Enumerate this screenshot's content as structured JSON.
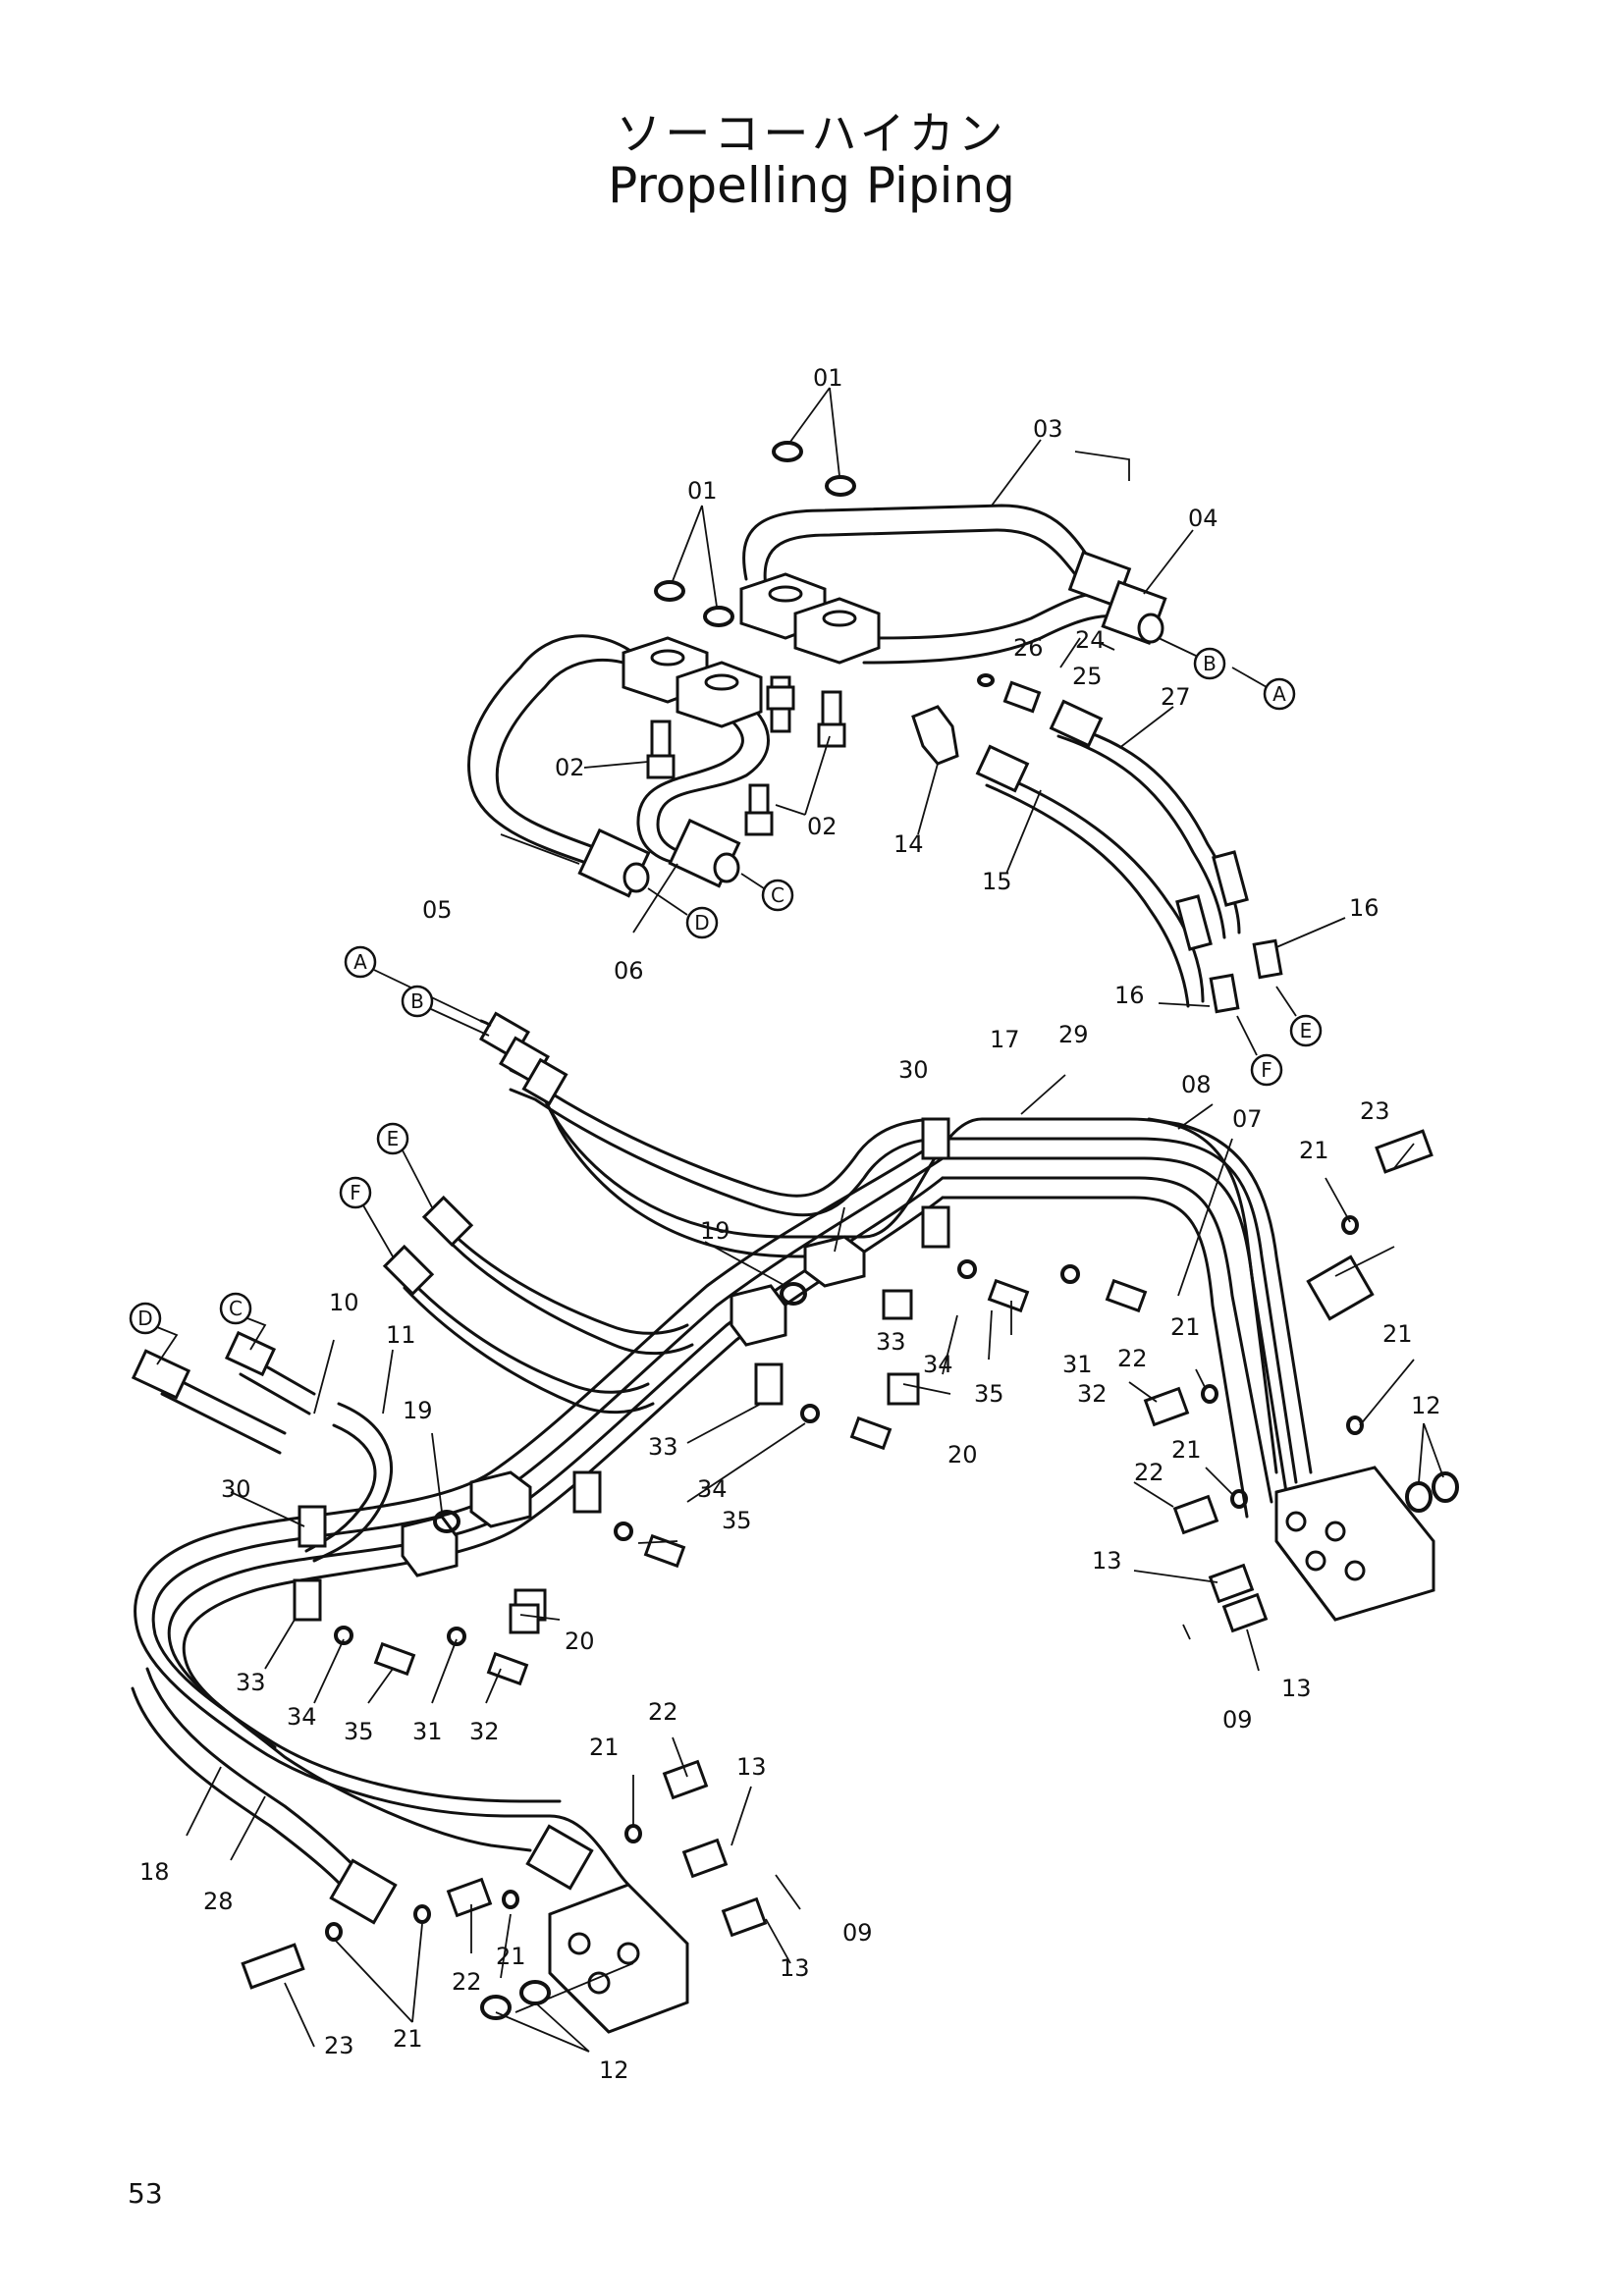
{
  "title_jp": "ソーコーハイカン",
  "title_en": "Propelling Piping",
  "page_number": "53",
  "callouts": {
    "c01a": "01",
    "c01b": "01",
    "c02a": "02",
    "c02b": "02",
    "c03": "03",
    "c04": "04",
    "c05": "05",
    "c06": "06",
    "c07": "07",
    "c08": "08",
    "c09a": "09",
    "c09b": "09",
    "c10": "10",
    "c11": "11",
    "c12a": "12",
    "c12b": "12",
    "c13a": "13",
    "c13b": "13",
    "c13c": "13",
    "c13d": "13",
    "c14": "14",
    "c15": "15",
    "c16a": "16",
    "c16b": "16",
    "c17": "17",
    "c18": "18",
    "c19a": "19",
    "c19b": "19",
    "c20a": "20",
    "c20b": "20",
    "c21a": "21",
    "c21b": "21",
    "c21c": "21",
    "c21d": "21",
    "c21e": "21",
    "c21f": "21",
    "c21g": "21",
    "c22a": "22",
    "c22b": "22",
    "c22c": "22",
    "c22d": "22",
    "c23a": "23",
    "c23b": "23",
    "c24": "24",
    "c25": "25",
    "c26": "26",
    "c27": "27",
    "c28": "28",
    "c29": "29",
    "c30a": "30",
    "c30b": "30",
    "c31a": "31",
    "c31b": "31",
    "c32a": "32",
    "c32b": "32",
    "c33a": "33",
    "c33b": "33",
    "c33c": "33",
    "c34a": "34",
    "c34b": "34",
    "c34c": "34",
    "c35a": "35",
    "c35b": "35",
    "c35c": "35"
  },
  "connectors": {
    "A1": "A",
    "B1": "B",
    "C1": "C",
    "D1": "D",
    "E1": "E",
    "F1": "F",
    "A2": "A",
    "B2": "B",
    "C2": "C",
    "D2": "D",
    "E2": "E",
    "F2": "F"
  }
}
